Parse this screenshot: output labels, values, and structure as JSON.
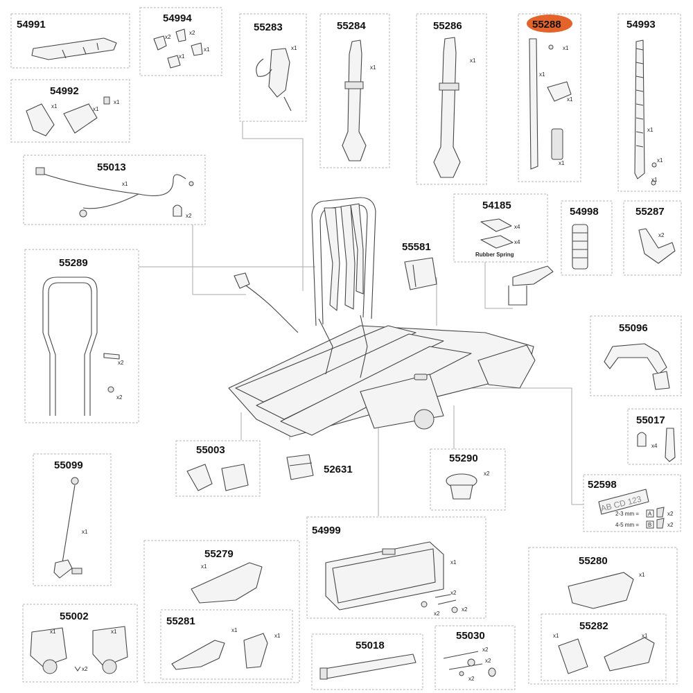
{
  "parts": {
    "p54991": "54991",
    "p54994": "54994",
    "p55283": "55283",
    "p55284": "55284",
    "p55286": "55286",
    "p55288": "55288",
    "p54993": "54993",
    "p54992": "54992",
    "p55013": "55013",
    "p54185": "54185",
    "p55581": "55581",
    "p54998": "54998",
    "p55287": "55287",
    "p55289": "55289",
    "p55096": "55096",
    "p55017": "55017",
    "p55003": "55003",
    "p52631": "52631",
    "p55290": "55290",
    "p52598": "52598",
    "p55099": "55099",
    "p54999": "54999",
    "p55279": "55279",
    "p55280": "55280",
    "p55002": "55002",
    "p55281": "55281",
    "p55018": "55018",
    "p55030": "55030",
    "p55282": "55282"
  },
  "highlighted_part": "55288",
  "labels": {
    "rubber_spring": "Rubber Spring",
    "plate_text": "AB CD 123",
    "spacer_a": "2-3 mm =",
    "spacer_b": "4-5 mm =",
    "letter_a": "A",
    "letter_b": "B"
  },
  "quantities": {
    "x1": "x1",
    "x2": "x2",
    "x4": "x4"
  },
  "colors": {
    "highlight": "#e4632a",
    "outline": "#444444",
    "box_border": "#b5b5b5"
  }
}
